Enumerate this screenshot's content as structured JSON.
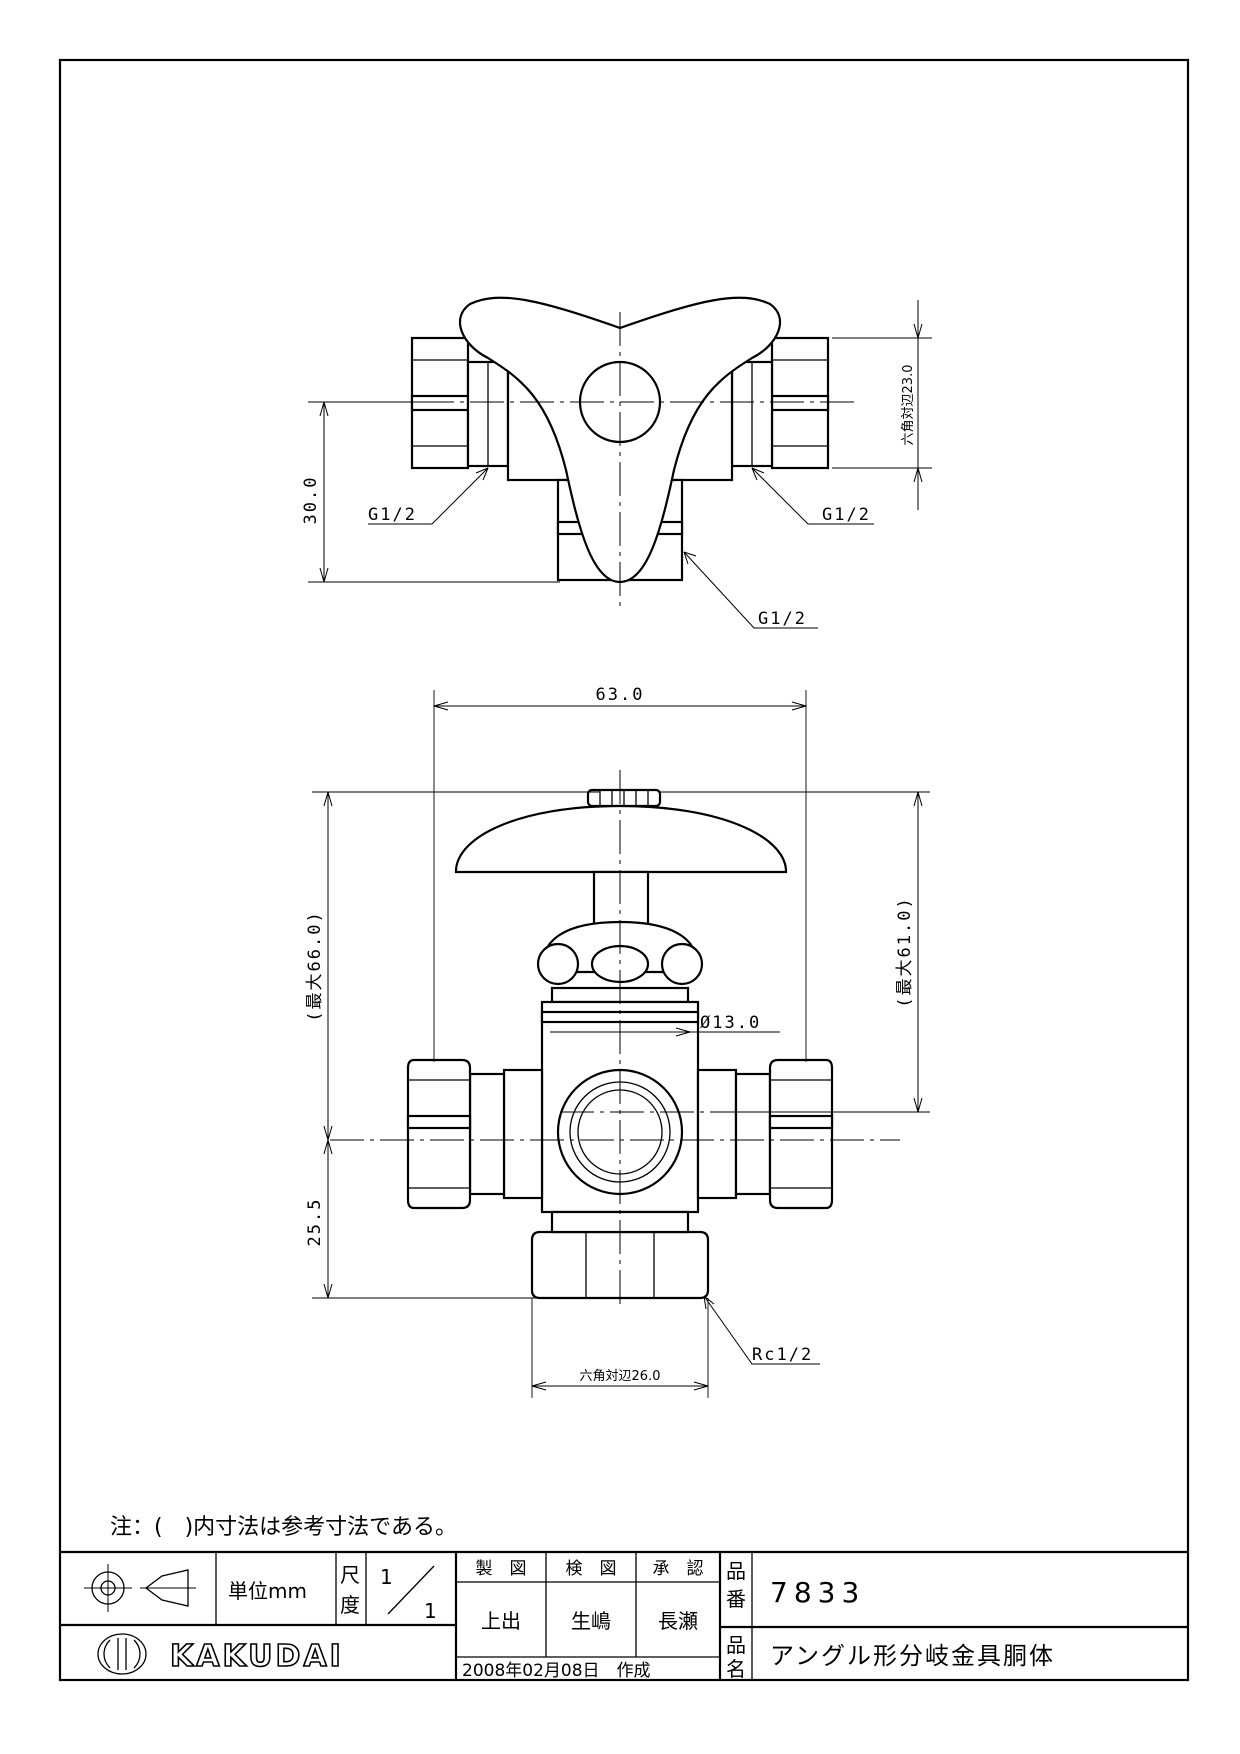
{
  "top_view": {
    "label_left": "G1/2",
    "label_right": "G1/2",
    "label_bottom": "G1/2",
    "dim_height": "30.0",
    "dim_hex": "六角対辺23.0"
  },
  "front_view": {
    "dim_width": "63.0",
    "dim_max_left": "(最大66.0)",
    "dim_max_right": "(最大61.0)",
    "dim_bore": "Ø13.0",
    "dim_lower": "25.5",
    "dim_hex_bottom": "六角対辺26.0",
    "label_thread": "Rc1/2"
  },
  "note": "注：(　)内寸法は参考寸法である。",
  "title_block": {
    "unit_label": "単位mm",
    "scale_label_1": "尺",
    "scale_label_2": "度",
    "scale_num": "1",
    "scale_den": "1",
    "drawn_label": "製　図",
    "checked_label": "検　図",
    "approved_label": "承　認",
    "drawn_by": "上出",
    "checked_by": "生嶋",
    "approved_by": "長瀬",
    "date": "2008年02月08日　作成",
    "part_no_label_1": "品",
    "part_no_label_2": "番",
    "part_name_label_1": "品",
    "part_name_label_2": "名",
    "part_no": "7833",
    "part_name": "アングル形分岐金具胴体",
    "logo_text": "KAKUDAI"
  }
}
